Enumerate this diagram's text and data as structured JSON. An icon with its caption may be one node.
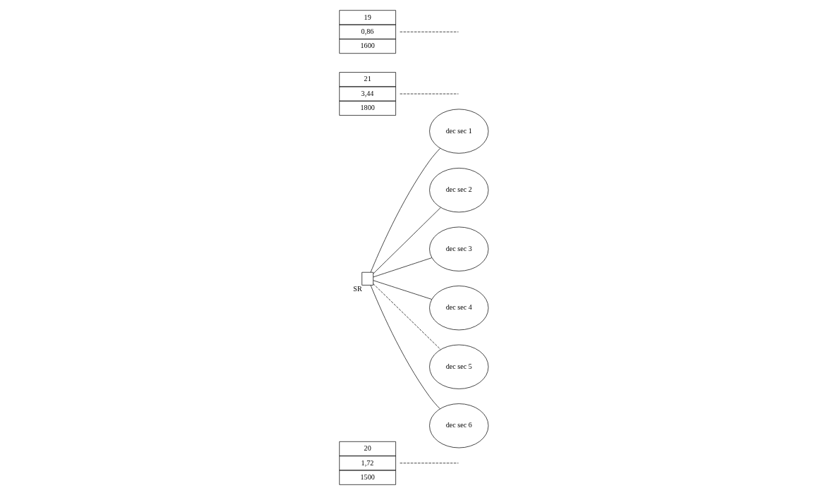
{
  "diagram": {
    "nodes": [
      {
        "text": [
          "20",
          "1,72",
          "1500"
        ]
      },
      {
        "text": [
          "dec sec 1"
        ]
      },
      {
        "text": [
          "dec sec 2"
        ]
      },
      {
        "text": [
          "dec sec 3"
        ]
      },
      {
        "text": [
          "dec sec 4"
        ]
      },
      {
        "text": [
          "21",
          "3,44",
          "1800"
        ]
      },
      {
        "text": [
          "19",
          "0,86",
          "1600"
        ]
      },
      {
        "text": [],
        "shape": "box",
        "beside": [
          "SR"
        ]
      },
      {
        "text": [
          "dec sec 5"
        ]
      },
      {
        "text": [
          "dec sec 6"
        ]
      }
    ],
    "edges": [
      {
        "from": 7,
        "to": 1,
        "arrow": "none"
      },
      {
        "from": 7,
        "to": 2,
        "arrow": "none"
      },
      {
        "from": 7,
        "to": 3,
        "arrow": "none"
      },
      {
        "from": 7,
        "to": 4,
        "arrow": "none"
      },
      {
        "from": 7,
        "to": 9,
        "arrow": "none"
      },
      {
        "from": 7,
        "to": 8,
        "arrow": "none",
        "style": "dashed"
      },
      {
        "from": 0,
        "to": null,
        "arrow": "none",
        "style": "dashed"
      },
      {
        "from": 5,
        "to": null,
        "arrow": "none",
        "style": "dashed"
      },
      {
        "from": 6,
        "to": null,
        "arrow": "none",
        "style": "dashed"
      }
    ]
  }
}
